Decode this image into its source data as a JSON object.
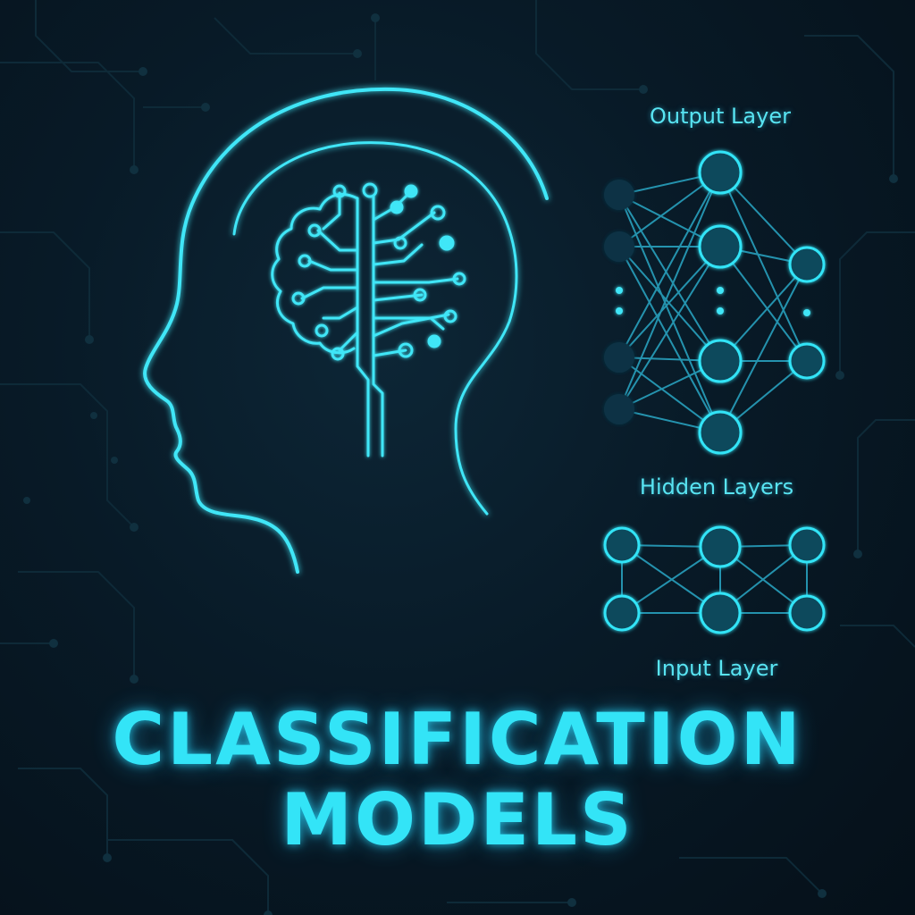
{
  "title": {
    "line1": "CLASSIFICATION",
    "line2": "MODELS"
  },
  "diagram": {
    "output_label": "Output Layer",
    "hidden_label": "Hidden Layers",
    "input_label": "Input Layer"
  },
  "colors": {
    "background": "#06121c",
    "accent": "#33e4f7",
    "node_fill": "#0e4a5c",
    "dim_node": "#0f3344",
    "circuit": "#0e2a38"
  },
  "icons": [
    "human-head-icon",
    "brain-circuit-icon",
    "neural-network-icon"
  ]
}
